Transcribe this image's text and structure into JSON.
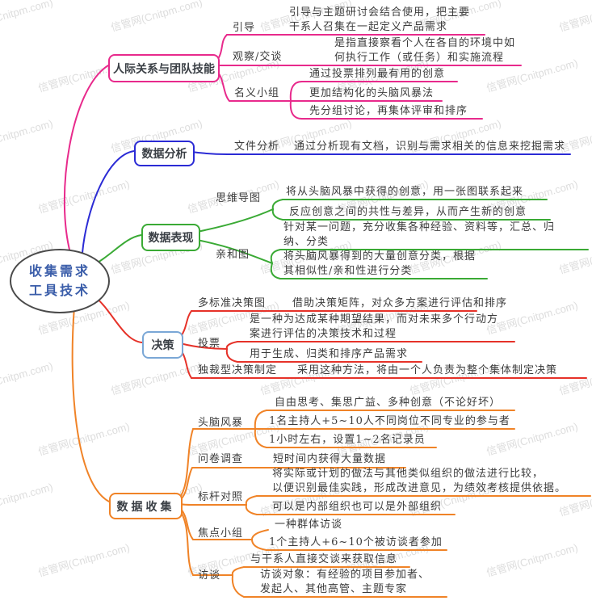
{
  "watermark": {
    "text": "信管网(Cnitpm.com)"
  },
  "colors": {
    "branch_interpersonal": "#e82a8c",
    "branch_data_analysis": "#2b2bd5",
    "branch_data_representation": "#3aaa35",
    "branch_decision_lines": "#e63229",
    "decision_box_border": "#7aa7d6",
    "branch_data_gathering": "#f08327",
    "center_text": "#3a5da9",
    "center_border": "#4a4a4a"
  },
  "center": {
    "label": "收集需求\n工具技术"
  },
  "branches": [
    {
      "label": "人际关系与团队技能",
      "children": [
        {
          "label": "引导",
          "leaves": [
            "引导与主题研讨会结合使用，把主要\n干系人召集在一起定义产品需求"
          ]
        },
        {
          "label": "观察/交谈",
          "leaves": [
            "是指直接察看个人在各自的环境中如\n何执行工作（或任务）和实施流程"
          ]
        },
        {
          "label": "名义小组",
          "leaves": [
            "通过投票排列最有用的创意",
            "更加结构化的头脑风暴法",
            "先分组讨论，再集体评审和排序"
          ]
        }
      ]
    },
    {
      "label": "数据分析",
      "children": [
        {
          "label": "文件分析",
          "leaves": [
            "通过分析现有文档，识别与需求相关的信息来挖掘需求"
          ]
        }
      ]
    },
    {
      "label": "数据表现",
      "children": [
        {
          "label": "思维导图",
          "leaves": [
            "将从头脑风暴中获得的创意，用一张图联系起来",
            "反应创意之间的共性与差异，从而产生新的创意"
          ]
        },
        {
          "label": "亲和图",
          "leaves": [
            "针对某一问题，充分收集各种经验、资料等，汇总、归\n纳、分类",
            "将头脑风暴得到的大量创意分类，根据\n其相似性/亲和性进行分类"
          ]
        }
      ]
    },
    {
      "label": "决策",
      "children": [
        {
          "label": "多标准决策图",
          "leaves": [
            "借助决策矩阵，对众多方案进行评估和排序"
          ]
        },
        {
          "label": "投票",
          "leaves": [
            "是一种为达成某种期望结果，而对未来多个行动方\n案进行评估的决策技术和过程",
            "用于生成、归类和排序产品需求"
          ]
        },
        {
          "label": "独裁型决策制定",
          "leaves": [
            "采用这种方法，将由一个人负责为整个集体制定决策"
          ]
        }
      ]
    },
    {
      "label": "数据收集",
      "children": [
        {
          "label": "头脑风暴",
          "leaves": [
            "自由思考、集思广益、多种创意（不论好坏）",
            "1名主持人+5~10人不同岗位不同专业的参与者",
            "1小时左右，设置1~2名记录员"
          ]
        },
        {
          "label": "问卷调查",
          "leaves": [
            "短时间内获得大量数据"
          ]
        },
        {
          "label": "标杆对照",
          "leaves": [
            "将实际或计划的做法与其他类似组织的做法进行比较，\n以便识别最佳实践，形成改进意见，为绩效考核提供依据。",
            "可以是内部组织也可以是外部组织"
          ]
        },
        {
          "label": "焦点小组",
          "leaves": [
            "一种群体访谈",
            "1个主持人+6~10个被访谈者参加"
          ]
        },
        {
          "label": "访谈",
          "leaves": [
            "与干系人直接交谈来获取信息",
            "访谈对象：有经验的项目参加者、\n发起人、其他高管、主题专家"
          ]
        }
      ]
    }
  ]
}
